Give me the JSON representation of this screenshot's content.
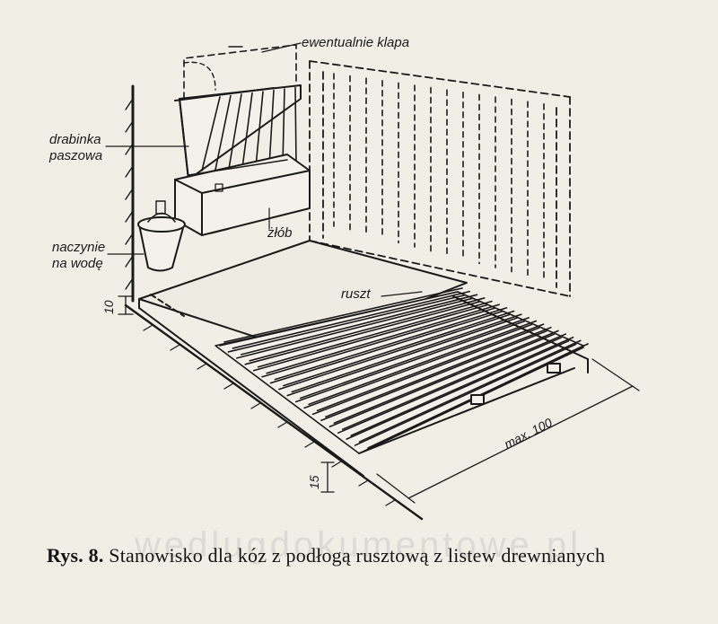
{
  "labels": {
    "flap": "ewentualnie klapa",
    "hay_rack_line1": "drabinka",
    "hay_rack_line2": "paszowa",
    "trough": "żłób",
    "water_line1": "naczynie",
    "water_line2": "na wodę",
    "grate": "ruszt",
    "dim_10": "10",
    "dim_15": "15",
    "dim_max": "max. 100"
  },
  "caption": {
    "figure": "Rys. 8.",
    "text": "Stanowisko dla kóz z podłogą rusztową z listew drewnianych"
  },
  "watermark": "wedlugdokumentowe.pl",
  "colors": {
    "ink": "#1a1a1a",
    "paper": "#f1eee6"
  }
}
